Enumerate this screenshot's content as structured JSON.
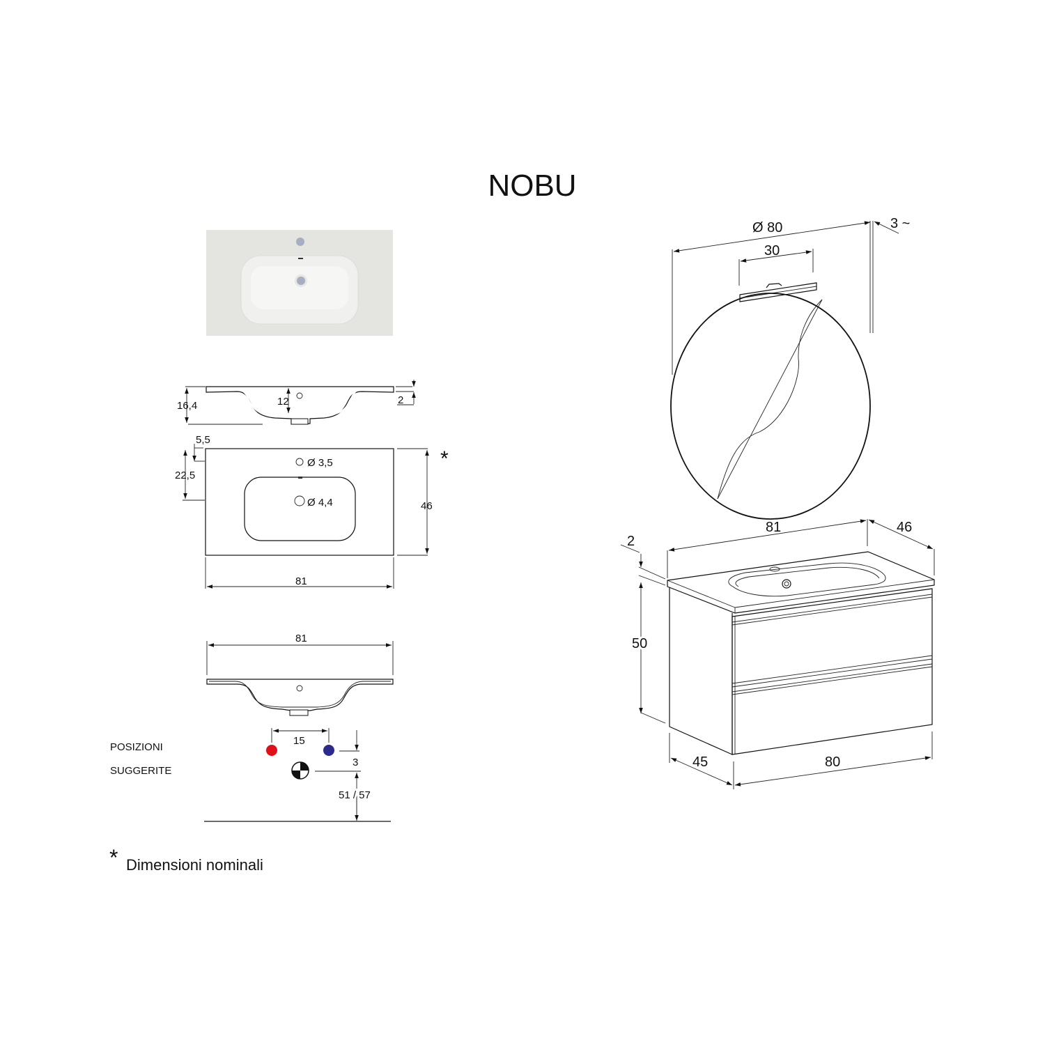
{
  "title": "NOBU",
  "basin_photo": {
    "bg_color": "#e4e4e0",
    "bowl_color": "#f0f0ee",
    "tap_hole_color": "#a8aec0"
  },
  "basin_section_top": {
    "overall_height": "16,4",
    "bowl_depth": "12",
    "rim_thickness": "2"
  },
  "basin_plan": {
    "tap_offset_top": "5,5",
    "drain_offset_top": "22,5",
    "tap_hole_diameter": "Ø 3,5",
    "drain_hole_diameter": "Ø 4,4",
    "depth": "46",
    "width": "81",
    "nominal_marker": "*"
  },
  "basin_section_bottom": {
    "width": "81"
  },
  "suggested_positions": {
    "label_line1": "POSIZIONI",
    "label_line2": "SUGGERITE",
    "tap_spacing": "15",
    "vertical_offset": "3",
    "drain_height": "51 / 57",
    "hot_color": "#e0101a",
    "cold_color": "#2c2a8c"
  },
  "mirror": {
    "diameter": "Ø 80",
    "lamp_width": "30",
    "thickness": "3 ~"
  },
  "cabinet": {
    "top_width": "81",
    "top_depth": "46",
    "top_thickness": "2",
    "height": "50",
    "body_depth": "45",
    "body_width": "80"
  },
  "footnote": {
    "marker": "*",
    "text": "Dimensioni nominali"
  }
}
